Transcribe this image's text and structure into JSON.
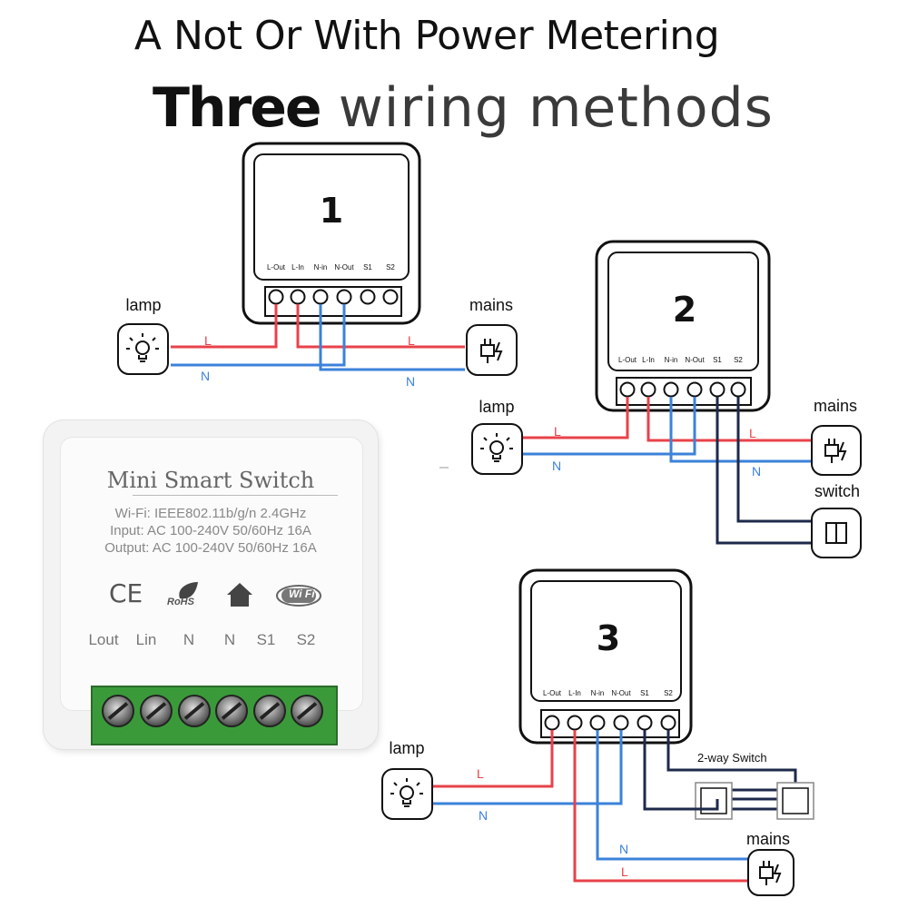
{
  "header": {
    "line1": "A Not Or With Power Metering",
    "line2_bold": "Three",
    "line2_rest": " wiring methods"
  },
  "terminal_labels": [
    "L-Out",
    "L-In",
    "N-in",
    "N-Out",
    "S1",
    "S2"
  ],
  "diagrams": [
    {
      "number": "1",
      "lamp": "lamp",
      "mains": "mains",
      "L": "L",
      "N": "N"
    },
    {
      "number": "2",
      "lamp": "lamp",
      "mains": "mains",
      "switch": "switch",
      "L": "L",
      "N": "N"
    },
    {
      "number": "3",
      "lamp": "lamp",
      "mains": "mains",
      "two_way": "2-way Switch",
      "L": "L",
      "N": "N"
    }
  ],
  "device": {
    "title": "Mini  Smart Switch",
    "wifi": "Wi-Fi: IEEE802.11b/g/n 2.4GHz",
    "input": "Input: AC 100-240V 50/60Hz 16A",
    "output": "Output: AC 100-240V 50/60Hz 16A",
    "terminals": [
      "Lout",
      "Lin",
      "N",
      "N",
      "S1",
      "S2"
    ],
    "cert_icons": [
      "ce-mark-icon",
      "rohs-leaf-icon",
      "home-icon",
      "wifi-logo-icon"
    ],
    "ce": "CE",
    "rohs": "RoHS",
    "wifi_logo": "Wi Fi"
  },
  "colors": {
    "live": "#e8424a",
    "neutral": "#3b82d9",
    "switch_wire": "#1e2a4a",
    "terminal_block": "#3a9a3a"
  }
}
